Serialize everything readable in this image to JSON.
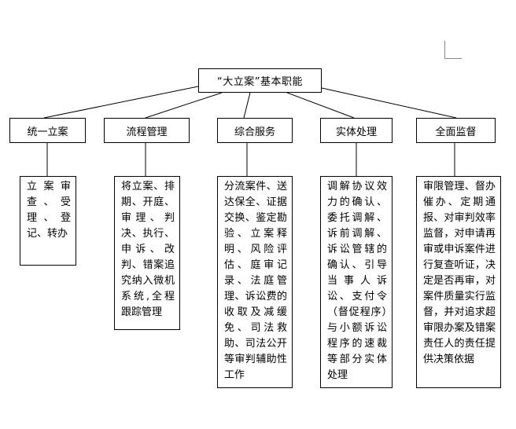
{
  "diagram": {
    "root": "“大立案”基本职能",
    "categories": [
      {
        "id": "cat1",
        "label": "统一立案",
        "description": "立案审查、受理、登记、转办"
      },
      {
        "id": "cat2",
        "label": "流程管理",
        "description": "将立案、排期、开庭、审理、判决、执行、申诉、改判、错案追究纳入微机系统,全程跟踪管理"
      },
      {
        "id": "cat3",
        "label": "综合服务",
        "description": "分流案件、送达保全、证据交换、鉴定勘验、立案释明、风险评估、庭审记录、法庭管理、诉讼费的收取及减缓免、司法救助、司法公开等审判辅助性工作"
      },
      {
        "id": "cat4",
        "label": "实体处理",
        "description": "调解协议效力的确认、委托调解、诉前调解、诉讼管辖的确认、引导当事人诉讼、支付令（督促程序）与小额诉讼程序的速裁等部分实体处理"
      },
      {
        "id": "cat5",
        "label": "全面监督",
        "description": "审限管理、督办催办、定期通报、对审判效率监督，对申请再审或申诉案件进行复查听证，决定是否再审，对案件质量实行监督，并对追求超审限办案及错案责任人的责任提供决策依据"
      }
    ]
  }
}
